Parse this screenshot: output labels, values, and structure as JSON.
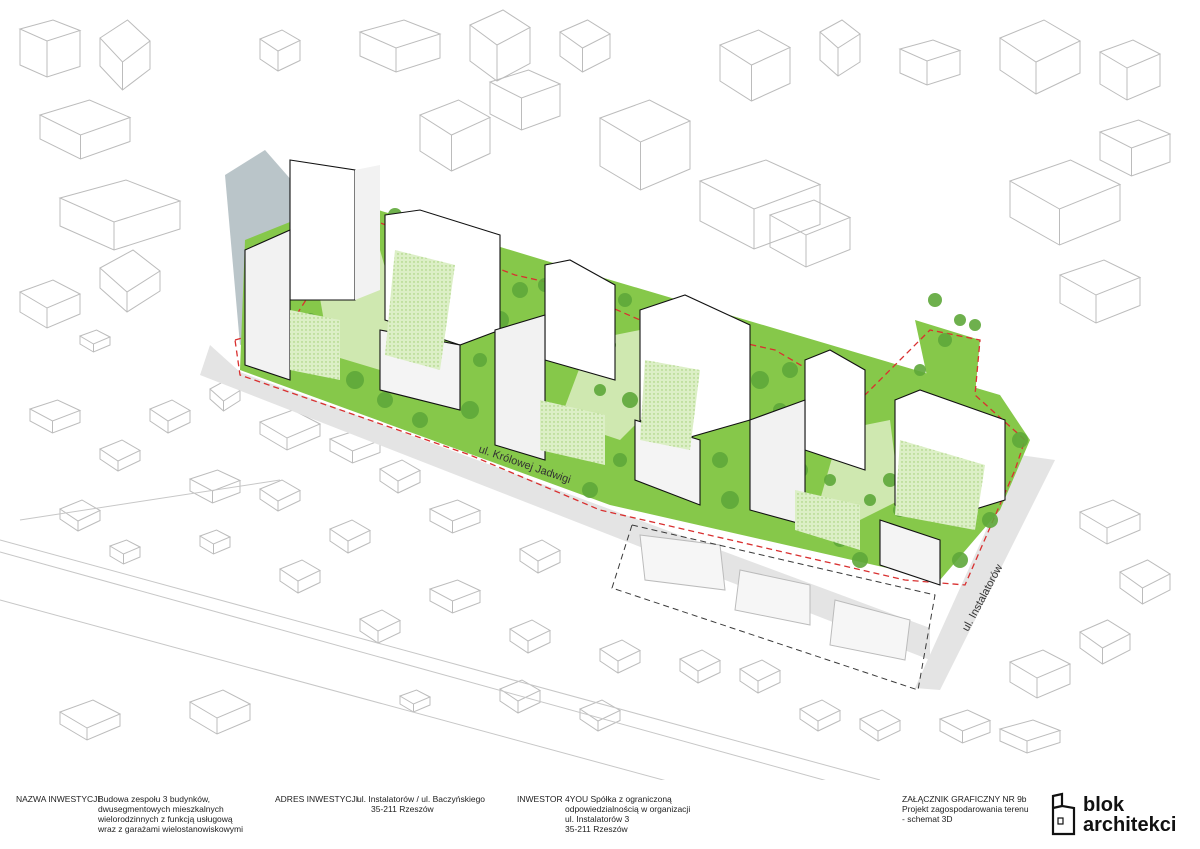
{
  "streets": {
    "main": "ul. Królowej Jadwigi",
    "side": "ul. Instalatorów"
  },
  "footer": {
    "investment_name_label": "NAZWA INWESTYCJI",
    "investment_name": [
      "Budowa zespołu 3 budynków,",
      "dwusegmentowych mieszkalnych",
      "wielorodzinnych z funkcją usługową",
      "wraz z garażami wielostanowiskowymi"
    ],
    "address_label": "ADRES INWESTYCJI",
    "address": [
      "ul. Instalatorów / ul. Baczyńskiego",
      "35-211 Rzeszów"
    ],
    "investor_label": "INWESTOR",
    "investor": [
      "4YOU Spółka z ograniczoną",
      "odpowiedzialnością w organizacji",
      "ul. Instalatorów 3",
      "35-211 Rzeszów"
    ],
    "attachment": [
      "ZAŁĄCZNIK GRAFICZNY NR 9b",
      "Projekt zagospodarowania terenu",
      "- schemat 3D"
    ]
  },
  "logo": {
    "line1": "blok",
    "line2": "architekci"
  },
  "colors": {
    "grass": "#86c84a",
    "grass_light": "#cfe8b0",
    "tree": "#5fa83a",
    "boundary": "#d93030",
    "context_line": "#b8b8b8",
    "shadow": "#a9b7bb"
  }
}
